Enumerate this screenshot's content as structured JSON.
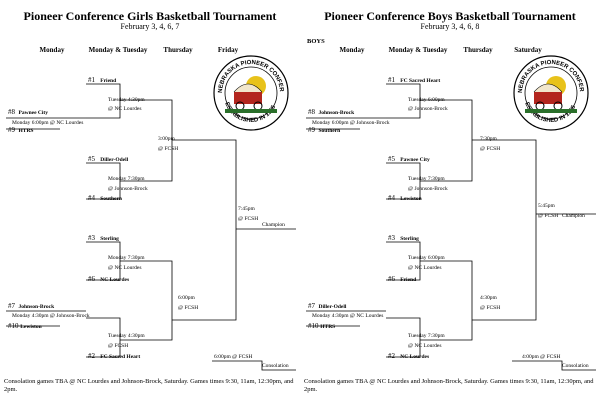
{
  "left": {
    "title": "Pioneer Conference Girls Basketball Tournament",
    "dates": "February 3, 4, 6, 7",
    "headers": [
      "Monday",
      "Monday & Tuesday",
      "Thursday",
      "Friday"
    ],
    "r1": [
      {
        "seed": "#1",
        "name": "Friend",
        "game": "Tuesday 4:30pm",
        "site": "@ NC Lourdes"
      },
      {
        "seed": "#5",
        "name": "Diller-Odell",
        "game": "Monday 7:30pm",
        "site": "@ Johnson-Brock"
      },
      {
        "seed": "#4",
        "name": "Southern"
      },
      {
        "seed": "#3",
        "name": "Sterling",
        "game": "Monday 7:30pm",
        "site": "@ NC Lourdes"
      },
      {
        "seed": "#6",
        "name": "NC Lourdes"
      },
      {
        "seed": "#2",
        "name": "FC Sacred Heart",
        "game": "Tuesday 4:30pm",
        "site": "@ FCSH"
      }
    ],
    "play_in": [
      {
        "top_seed": "#8",
        "top_name": "Pawnee City",
        "game": "Monday 6:00pm @ NC Lourdes",
        "bot_seed": "#9",
        "bot_name": "HTRS"
      },
      {
        "top_seed": "#7",
        "top_name": "Johnson-Brock",
        "game": "Monday 4:30pm @ Johnson-Brock",
        "bot_seed": "#10",
        "bot_name": "Lewiston"
      }
    ],
    "semis": [
      {
        "time": "3:00pm",
        "site": "@ FCSH"
      },
      {
        "time": "6:00pm",
        "site": "@ FCSH"
      }
    ],
    "final": {
      "time": "7:45pm",
      "site": "@ FCSH",
      "label": "Champion"
    },
    "consolation": {
      "text": "6:00pm @ FCSH",
      "label": "Consolation"
    },
    "footer": "Consolation games TBA @ NC Lourdes and Johnson-Brock, Saturday. Games times 9:30, 11am, 12:30pm, and 2pm."
  },
  "right": {
    "title": "Pioneer Conference Boys Basketball Tournament",
    "dates": "February 3, 4, 6, 8",
    "section_label": "BOYS",
    "headers": [
      "Monday",
      "Monday & Tuesday",
      "Thursday",
      "Saturday"
    ],
    "r1": [
      {
        "seed": "#1",
        "name": "FC Sacred Heart",
        "game": "Tuesday 6:00pm",
        "site": "@ Johnson-Brock"
      },
      {
        "seed": "#5",
        "name": "Pawnee City",
        "game": "Tuesday 7:30pm",
        "site": "@ Johnson-Brock"
      },
      {
        "seed": "#4",
        "name": "Lewiston"
      },
      {
        "seed": "#3",
        "name": "Sterling",
        "game": "Tuesday 6:00pm",
        "site": "@ NC Lourdes"
      },
      {
        "seed": "#6",
        "name": "Friend"
      },
      {
        "seed": "#2",
        "name": "NC Lourdes",
        "game": "Tuesday 7:30pm",
        "site": "@ NC Lourdes"
      }
    ],
    "play_in": [
      {
        "top_seed": "#8",
        "top_name": "Johnson-Brock",
        "game": "Monday 6:00pm @ Johnson-Brock",
        "bot_seed": "#9",
        "bot_name": "Southern"
      },
      {
        "top_seed": "#7",
        "top_name": "Diller-Odell",
        "game": "Monday 4:30pm @ NC Lourdes",
        "bot_seed": "#10",
        "bot_name": "HTRS"
      }
    ],
    "semis": [
      {
        "time": "7:30pm",
        "site": "@ FCSH"
      },
      {
        "time": "4:30pm",
        "site": "@ FCSH"
      }
    ],
    "final": {
      "time": "5:45pm",
      "site": "@ FCSH",
      "label": "Champion"
    },
    "consolation": {
      "text": "4:00pm @ FCSH",
      "label": "Consolation"
    },
    "footer": "Consolation games TBA @ NC Lourdes and Johnson-Brock, Saturday. Games times 9:30, 11am, 12:30pm, and 2pm."
  },
  "logo": {
    "ring_text_top": "NEBRASKA PIONEER CONFERENCE",
    "ring_text_bottom": "ESTABLISHED IN 1966",
    "colors": {
      "sun": "#e8c21a",
      "wagon": "#b3261e",
      "ground": "#2a6f2a"
    }
  }
}
